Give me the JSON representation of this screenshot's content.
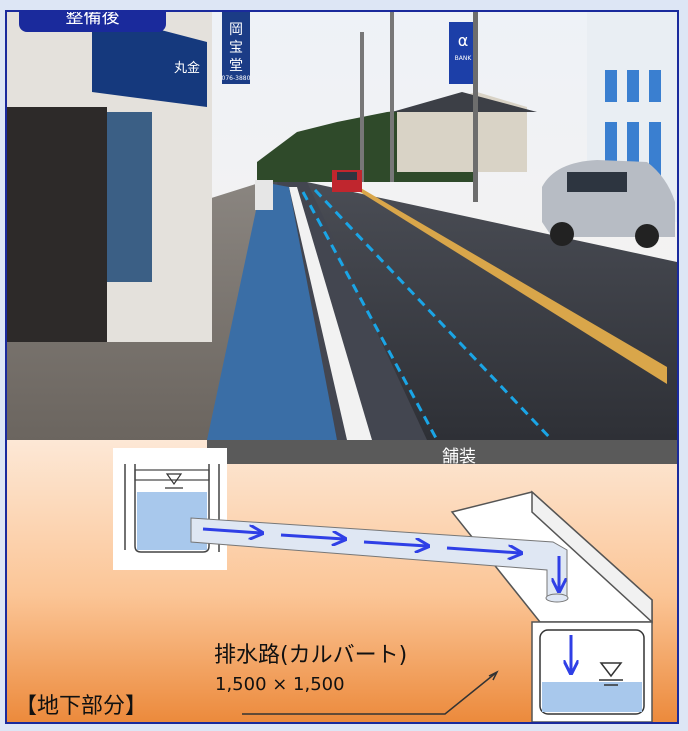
{
  "header": {
    "tag_label": "整備後"
  },
  "photo": {
    "shop_sign_text": "丸金",
    "signboard_text": "岡宝堂",
    "signboard_subtext": "076-3880",
    "bank_sign_text": "α",
    "bank_sign_subtext": "BANK"
  },
  "diagram": {
    "paving_label": "舗装",
    "culvert_label": "排水路(カルバート)",
    "culvert_size": "1,500 × 1,500",
    "section_label": "【地下部分】"
  },
  "colors": {
    "frame_border": "#1a2a9c",
    "guide_line": "#1aa5e6",
    "flow_arrow": "#2f3fe6",
    "water": "#a8c8ec",
    "paving": "#5a5a5a"
  }
}
